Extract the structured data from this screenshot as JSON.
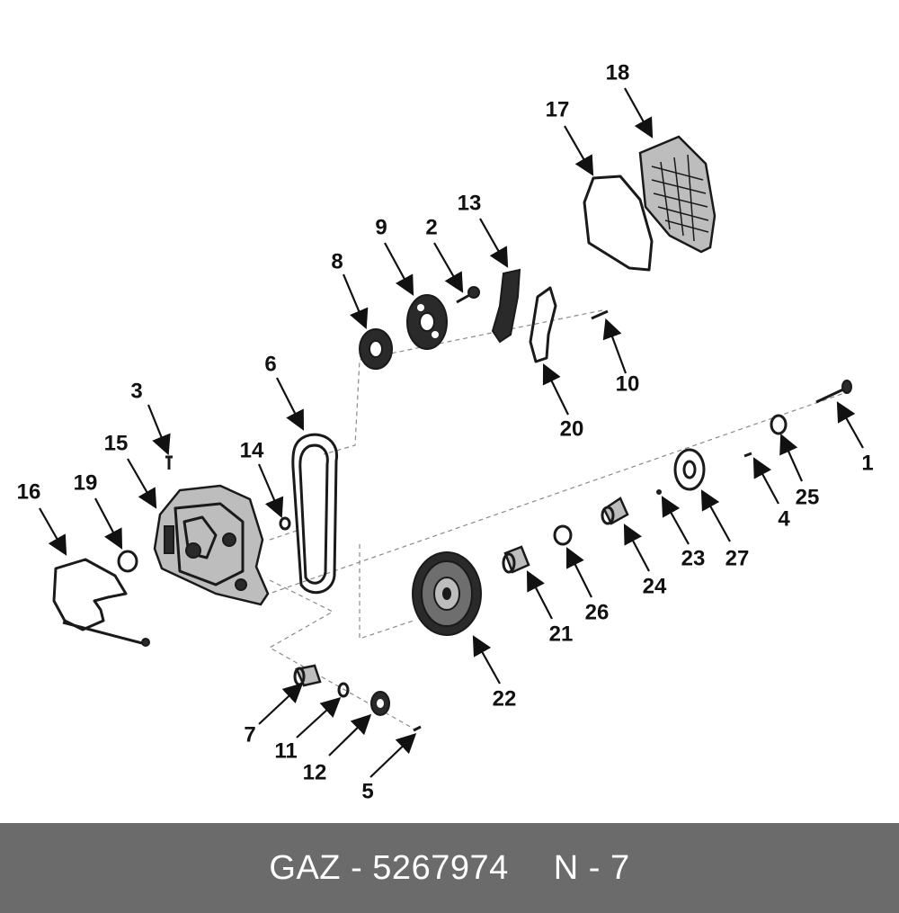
{
  "diagram": {
    "callouts": [
      {
        "num": "1"
      },
      {
        "num": "2"
      },
      {
        "num": "3"
      },
      {
        "num": "4"
      },
      {
        "num": "5"
      },
      {
        "num": "6"
      },
      {
        "num": "7"
      },
      {
        "num": "8"
      },
      {
        "num": "9"
      },
      {
        "num": "10"
      },
      {
        "num": "11"
      },
      {
        "num": "12"
      },
      {
        "num": "13"
      },
      {
        "num": "14"
      },
      {
        "num": "15"
      },
      {
        "num": "16"
      },
      {
        "num": "17"
      },
      {
        "num": "18"
      },
      {
        "num": "19"
      },
      {
        "num": "20"
      },
      {
        "num": "21"
      },
      {
        "num": "22"
      },
      {
        "num": "23"
      },
      {
        "num": "24"
      },
      {
        "num": "25"
      },
      {
        "num": "26"
      },
      {
        "num": "27"
      }
    ]
  },
  "footer": {
    "brand": "GAZ",
    "separator": "-",
    "part_number": "5267974",
    "code": "N - 7",
    "background": "#6b6b6b",
    "text_color": "#ffffff"
  }
}
